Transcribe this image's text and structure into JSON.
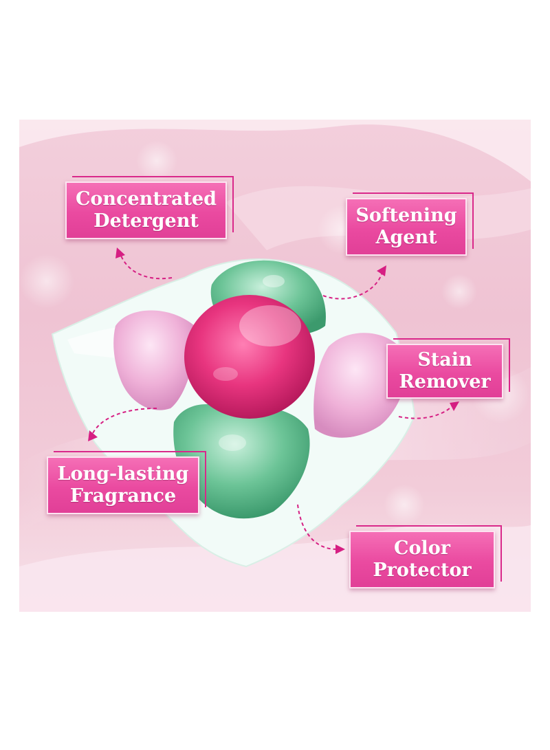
{
  "labels": {
    "concentrated_detergent": {
      "line1": "Concentrated",
      "line2": "Detergent"
    },
    "softening_agent": {
      "line1": "Softening",
      "line2": "Agent"
    },
    "stain_remover": {
      "line1": "Stain",
      "line2": "Remover"
    },
    "long_lasting_fragrance": {
      "line1": "Long-lasting",
      "line2": "Fragrance"
    },
    "color_protector": {
      "line1": "Color",
      "line2": "Protector"
    }
  },
  "colors": {
    "label_fill": "#ea4aa0",
    "label_frame": "#d9288a",
    "arrow": "#d61f83",
    "pod_pink": "#e8357f",
    "pod_green": "#59b98b",
    "pod_light_pink": "#efb1d8",
    "film": "#f2fbf8"
  }
}
